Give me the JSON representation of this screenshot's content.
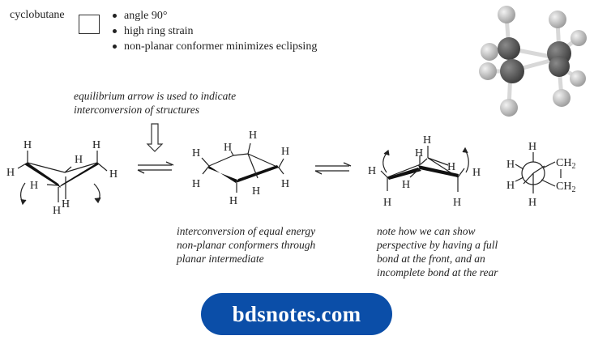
{
  "header": {
    "compound_name": "cyclobutane",
    "properties": [
      "angle 90°",
      "high ring strain",
      "non-planar conformer minimizes eclipsing"
    ]
  },
  "annotations": {
    "equilibrium_note": [
      "equilibrium arrow is used to indicate",
      "interconversion of structures"
    ],
    "interconversion_note": [
      "interconversion of equal energy",
      "non-planar conformers through",
      "planar intermediate"
    ],
    "perspective_note": [
      "note how we can show",
      "perspective by having a full",
      "bond at the front, and an",
      "incomplete bond at the rear"
    ]
  },
  "structures": {
    "atom_label": "H",
    "newman_group_top": "CH",
    "newman_group_bottom": "CH",
    "subscript": "2"
  },
  "footer": {
    "site_label": "bdsnotes.com",
    "badge_color": "#0b4ea8"
  }
}
